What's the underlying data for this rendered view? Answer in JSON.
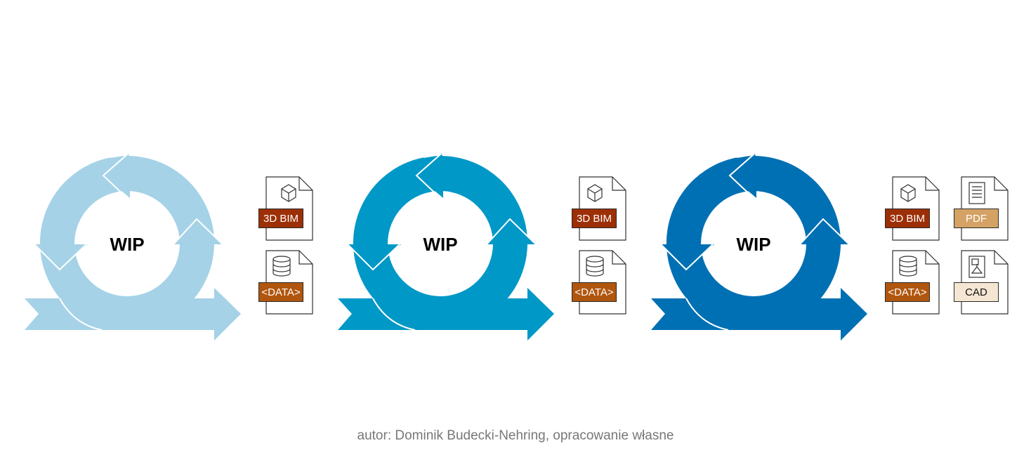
{
  "cycles": [
    {
      "label": "WIP",
      "color": "#a5d2e7"
    },
    {
      "label": "WIP",
      "color": "#0098c7"
    },
    {
      "label": "WIP",
      "color": "#0070b4"
    }
  ],
  "documents": {
    "bim_label": "3D BIM",
    "data_label": "<DATA>",
    "pdf_label": "PDF",
    "cad_label": "CAD",
    "icons": [
      "cube-icon",
      "database-icon",
      "text-page-icon",
      "drawing-icon"
    ],
    "colors": {
      "bim": "#9c2f06",
      "data": "#b0560e",
      "pdf": "#d4a264",
      "cad": "#f5e6d3"
    }
  },
  "caption": "autor: Dominik Budecki-Nehring, opracowanie własne"
}
